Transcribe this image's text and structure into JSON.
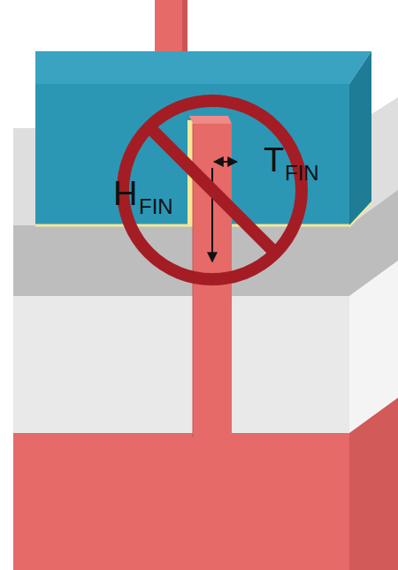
{
  "diagram": {
    "labels": [
      "H",
      "FIN",
      "T",
      "FIN"
    ]
  }
}
